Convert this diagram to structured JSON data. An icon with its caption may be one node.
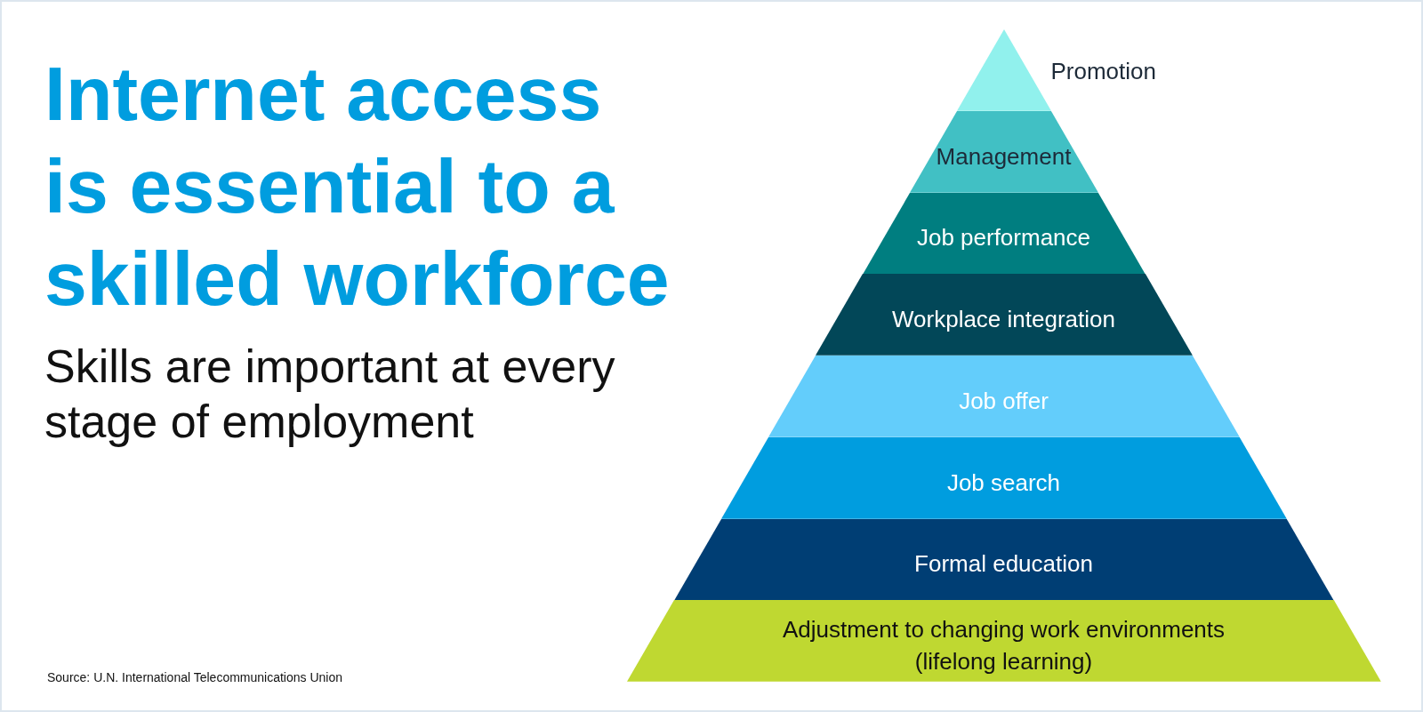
{
  "diagram": {
    "title": "Internet access is essential to a skilled workforce",
    "nodes": [
      {
        "text": [
          "Promotion"
        ]
      },
      {
        "text": [
          "Management"
        ]
      },
      {
        "text": [
          "Job performance"
        ]
      },
      {
        "text": [
          "Workplace integration"
        ]
      },
      {
        "text": [
          "Job offer"
        ]
      },
      {
        "text": [
          "Job search"
        ]
      },
      {
        "text": [
          "Formal education"
        ]
      },
      {
        "text": [
          "Adjustment to changing work environments (lifelong learning)"
        ]
      }
    ],
    "labels": [
      "Skills are important at every stage of employment",
      "Source: U.N. International Telecommunications Union"
    ]
  }
}
